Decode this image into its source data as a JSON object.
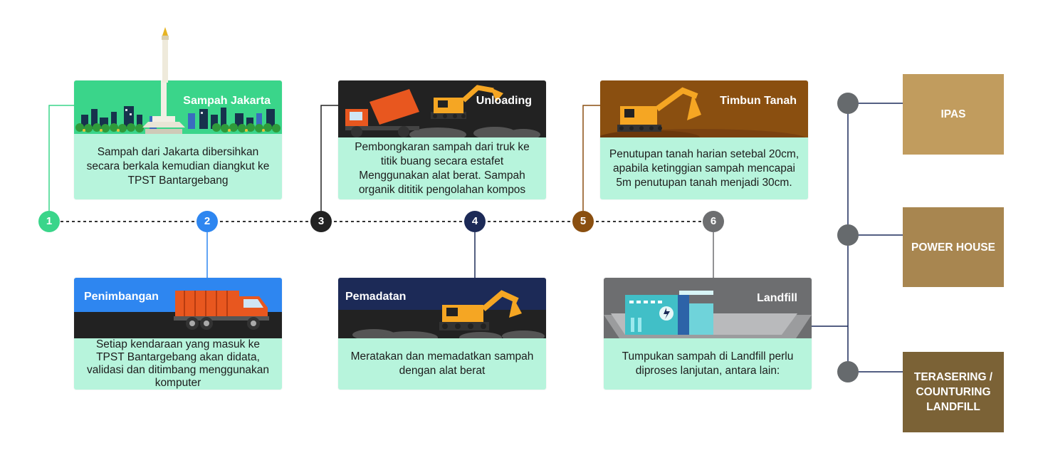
{
  "steps": [
    {
      "number": "1",
      "title": "Sampah Jakarta",
      "text": "Sampah dari Jakarta dibersihkan secara berkala kemudian diangkut ke TPST Bantargebang",
      "color": "#3ad58a"
    },
    {
      "number": "2",
      "title": "Penimbangan",
      "text": "Setiap kendaraan yang masuk ke TPST Bantargebang akan didata, validasi dan ditimbang menggunakan komputer",
      "color": "#2e86f0"
    },
    {
      "number": "3",
      "title": "Unloading",
      "text": "Pembongkaran sampah dari truk ke titik buang secara estafet Menggunakan alat berat. Sampah organik dititik pengolahan kompos",
      "color": "#222222"
    },
    {
      "number": "4",
      "title": "Pemadatan",
      "text": "Meratakan dan memadatkan sampah dengan alat berat",
      "color": "#1c2a57"
    },
    {
      "number": "5",
      "title": "Timbun Tanah",
      "text": "Penutupan tanah harian setebal 20cm, apabila ketinggian sampah mencapai 5m penutupan tanah menjadi 30cm.",
      "color": "#8a4f10"
    },
    {
      "number": "6",
      "title": "Landfill",
      "text": "Tumpukan sampah di Landfill perlu diproses lanjutan, antara lain:",
      "color": "#6d6e70"
    }
  ],
  "processes": [
    {
      "label": "IPAS",
      "color": "#c19c5e"
    },
    {
      "label": "POWER HOUSE",
      "color": "#a88650"
    },
    {
      "label": "TERASERING / COUNTURING LANDFILL",
      "color": "#7b6236"
    }
  ],
  "colors": {
    "card_body": "#b7f4dc",
    "connector": "#1b2a5a",
    "dot": "#666a6d"
  }
}
